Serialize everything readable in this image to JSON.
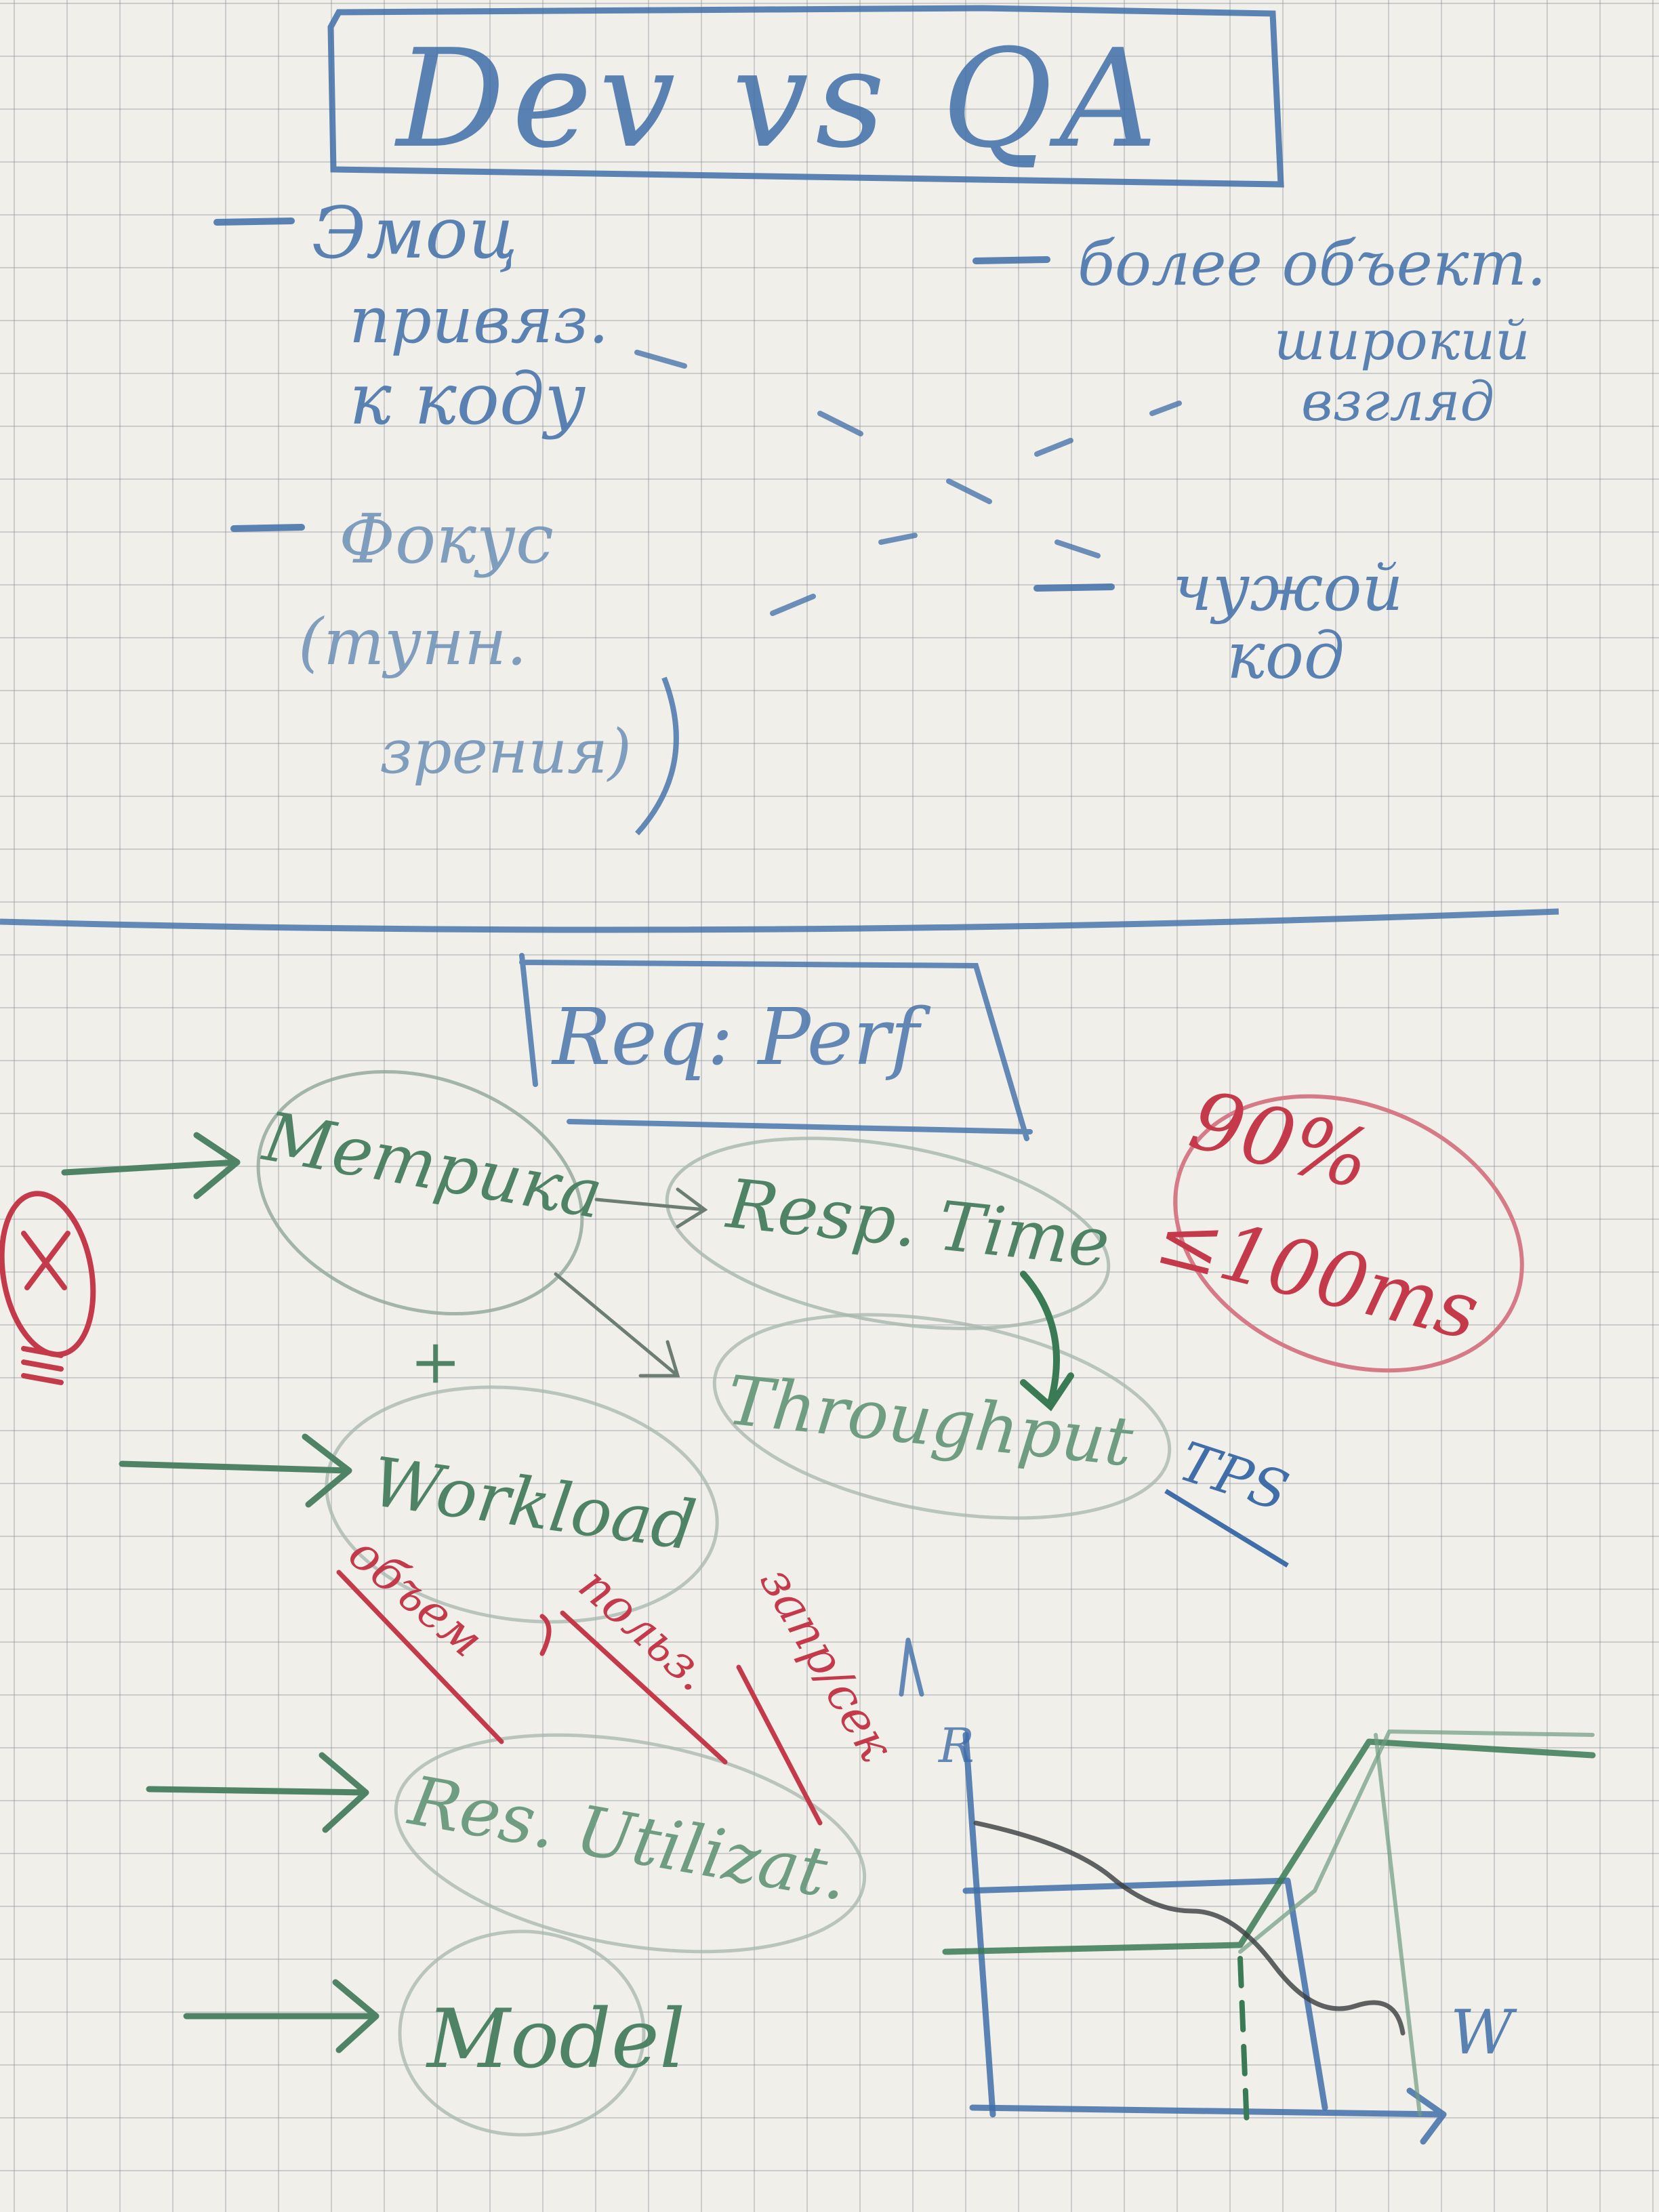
{
  "colors": {
    "paper": "#f1efe9",
    "blue_marker": "#3f6ea8",
    "green_marker": "#4f8366",
    "red_marker": "#c43a4b",
    "dark_marker": "#3a3d3f"
  },
  "top_section": {
    "title": "Dev vs QA",
    "left_notes": [
      "Эмоц",
      "привяз.",
      "к коду",
      "Фокус",
      "(тунн.",
      "зрения)"
    ],
    "right_notes": [
      "более объект.",
      "широкий",
      "взгляд",
      "чужой",
      "код"
    ]
  },
  "bottom_section": {
    "header": "Req: Perf",
    "metric_label": "Метрика",
    "workload_label": "Workload",
    "res_util_label": "Res. Utilizat.",
    "model_label": "Model",
    "resp_time_label": "Resp. Time",
    "throughput_label": "Throughput",
    "tps_label": "TPS",
    "target_percent": "90%",
    "target_limit": "≤100ms",
    "workload_notes": [
      "объем",
      "польз.",
      "запр/сек"
    ],
    "graph_axis_y": "R",
    "graph_axis_x": "W",
    "plus_sign": "+"
  }
}
